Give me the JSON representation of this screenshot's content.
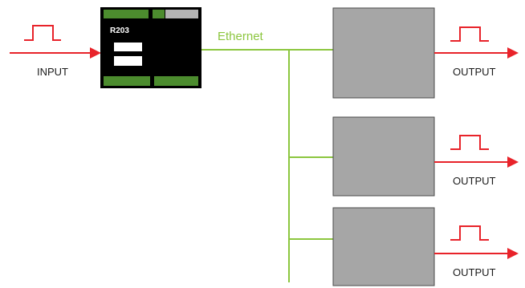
{
  "colors": {
    "signal": "#e8232a",
    "ethernet": "#8cc63f",
    "device_body": "#000000",
    "device_terminal": "#4c8c2e",
    "node_fill": "#a6a6a6",
    "node_border": "#4a4a4a",
    "label_text": "#1a1a1a"
  },
  "input": {
    "label": "INPUT",
    "icon": "pulse-icon"
  },
  "device": {
    "model": "R203"
  },
  "network": {
    "label": "Ethernet"
  },
  "outputs": [
    {
      "label": "OUTPUT",
      "icon": "pulse-icon"
    },
    {
      "label": "OUTPUT",
      "icon": "pulse-icon"
    },
    {
      "label": "OUTPUT",
      "icon": "pulse-icon"
    }
  ]
}
